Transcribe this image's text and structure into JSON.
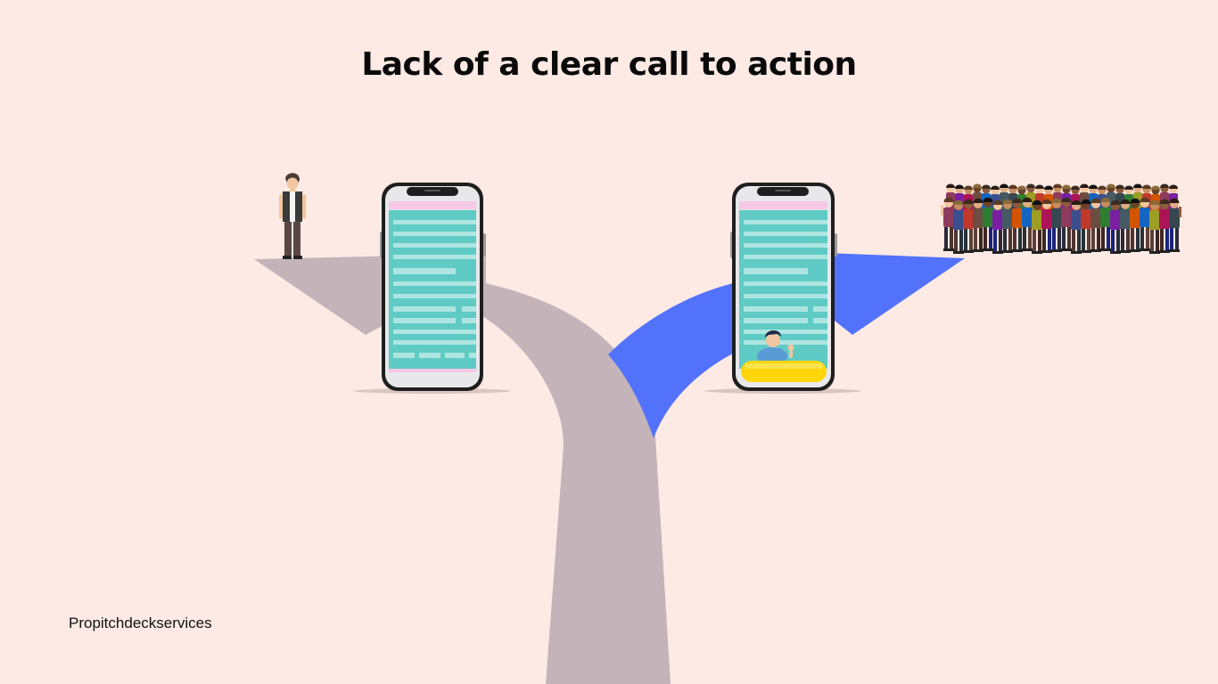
{
  "slide": {
    "title": "Lack of a clear call to action",
    "brand": "Propitchdeckservices"
  },
  "colors": {
    "background": "#fdeae4",
    "road_gray": "#c4b4b9",
    "road_blue": "#5272fb",
    "phone_body": "#1e1e1e",
    "phone_screen": "#5fcbc4",
    "phone_header": "#f6c8e6",
    "cta_button": "#ffd60a"
  },
  "icons": {
    "lone_person": "standing-man-illustration",
    "crowd": "crowd-of-people-illustration",
    "waving_man": "waving-man-illustration"
  }
}
